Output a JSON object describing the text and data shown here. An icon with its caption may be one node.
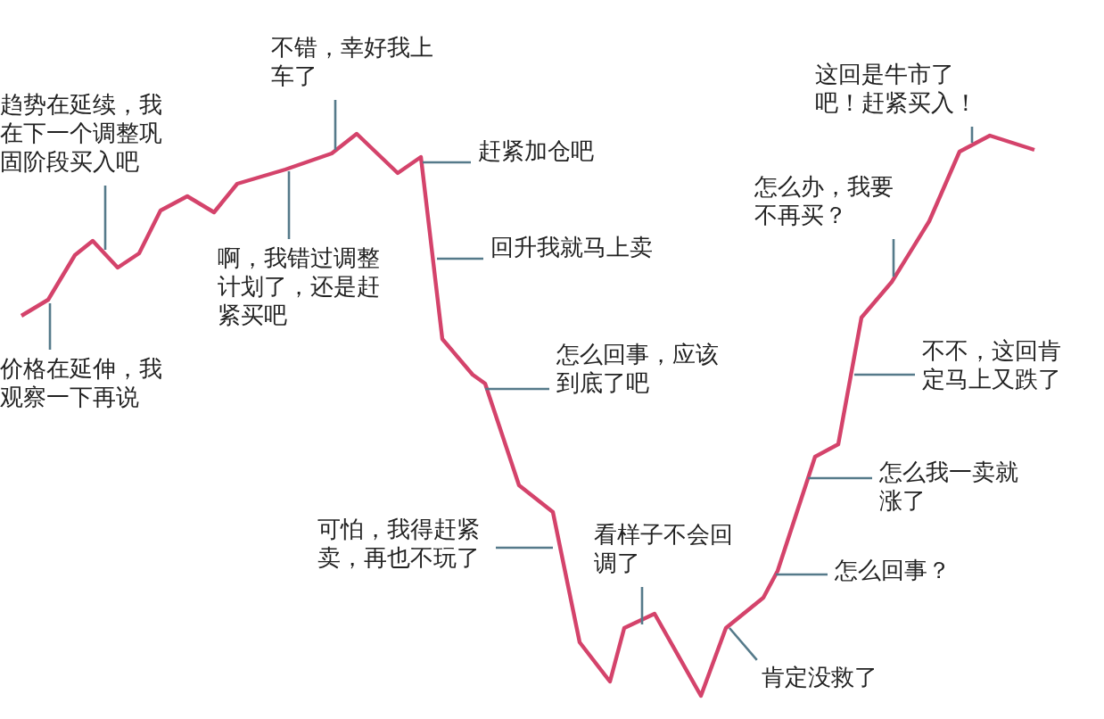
{
  "diagram": {
    "nodes": [
      {
        "text": [
          "趋势在延续，我在下一个调整巩固阶段买入吧"
        ]
      },
      {
        "text": [
          "不错，幸好我上车了"
        ]
      },
      {
        "text": [
          "这回是牛市了吧！赶紧买入！"
        ]
      },
      {
        "text": [
          "赶紧加仓吧"
        ]
      },
      {
        "text": [
          "怎么办，我要不再买？"
        ]
      },
      {
        "text": [
          "啊，我错过调整计划了，还是赶紧买吧"
        ]
      },
      {
        "text": [
          "回升我就马上卖"
        ]
      },
      {
        "text": [
          "价格在延伸，我观察一下再说"
        ]
      },
      {
        "text": [
          "怎么回事，应该到底了吧"
        ]
      },
      {
        "text": [
          "不不，这回肯定马上又跌了"
        ]
      },
      {
        "text": [
          "怎么我一卖就涨了"
        ]
      },
      {
        "text": [
          "可怕，我得赶紧卖，再也不玩了"
        ]
      },
      {
        "text": [
          "看样子不会回调了"
        ]
      },
      {
        "text": [
          "怎么回事？"
        ]
      },
      {
        "text": [
          "肯定没救了"
        ]
      }
    ],
    "edges": [
      {
        "from": 0,
        "to": null,
        "arrow": "none"
      },
      {
        "from": 1,
        "to": null,
        "arrow": "none"
      },
      {
        "from": 2,
        "to": null,
        "arrow": "none"
      },
      {
        "from": 3,
        "to": null,
        "arrow": "none"
      },
      {
        "from": 4,
        "to": null,
        "arrow": "none"
      },
      {
        "from": 5,
        "to": null,
        "arrow": "none"
      },
      {
        "from": 6,
        "to": null,
        "arrow": "none"
      },
      {
        "from": 7,
        "to": null,
        "arrow": "none"
      },
      {
        "from": 8,
        "to": null,
        "arrow": "none"
      },
      {
        "from": 9,
        "to": null,
        "arrow": "none"
      },
      {
        "from": 10,
        "to": null,
        "arrow": "none"
      },
      {
        "from": 11,
        "to": null,
        "arrow": "none"
      },
      {
        "from": 12,
        "to": null,
        "arrow": "none"
      },
      {
        "from": 13,
        "to": null,
        "arrow": "none"
      },
      {
        "from": 14,
        "to": null,
        "arrow": "none"
      }
    ]
  }
}
